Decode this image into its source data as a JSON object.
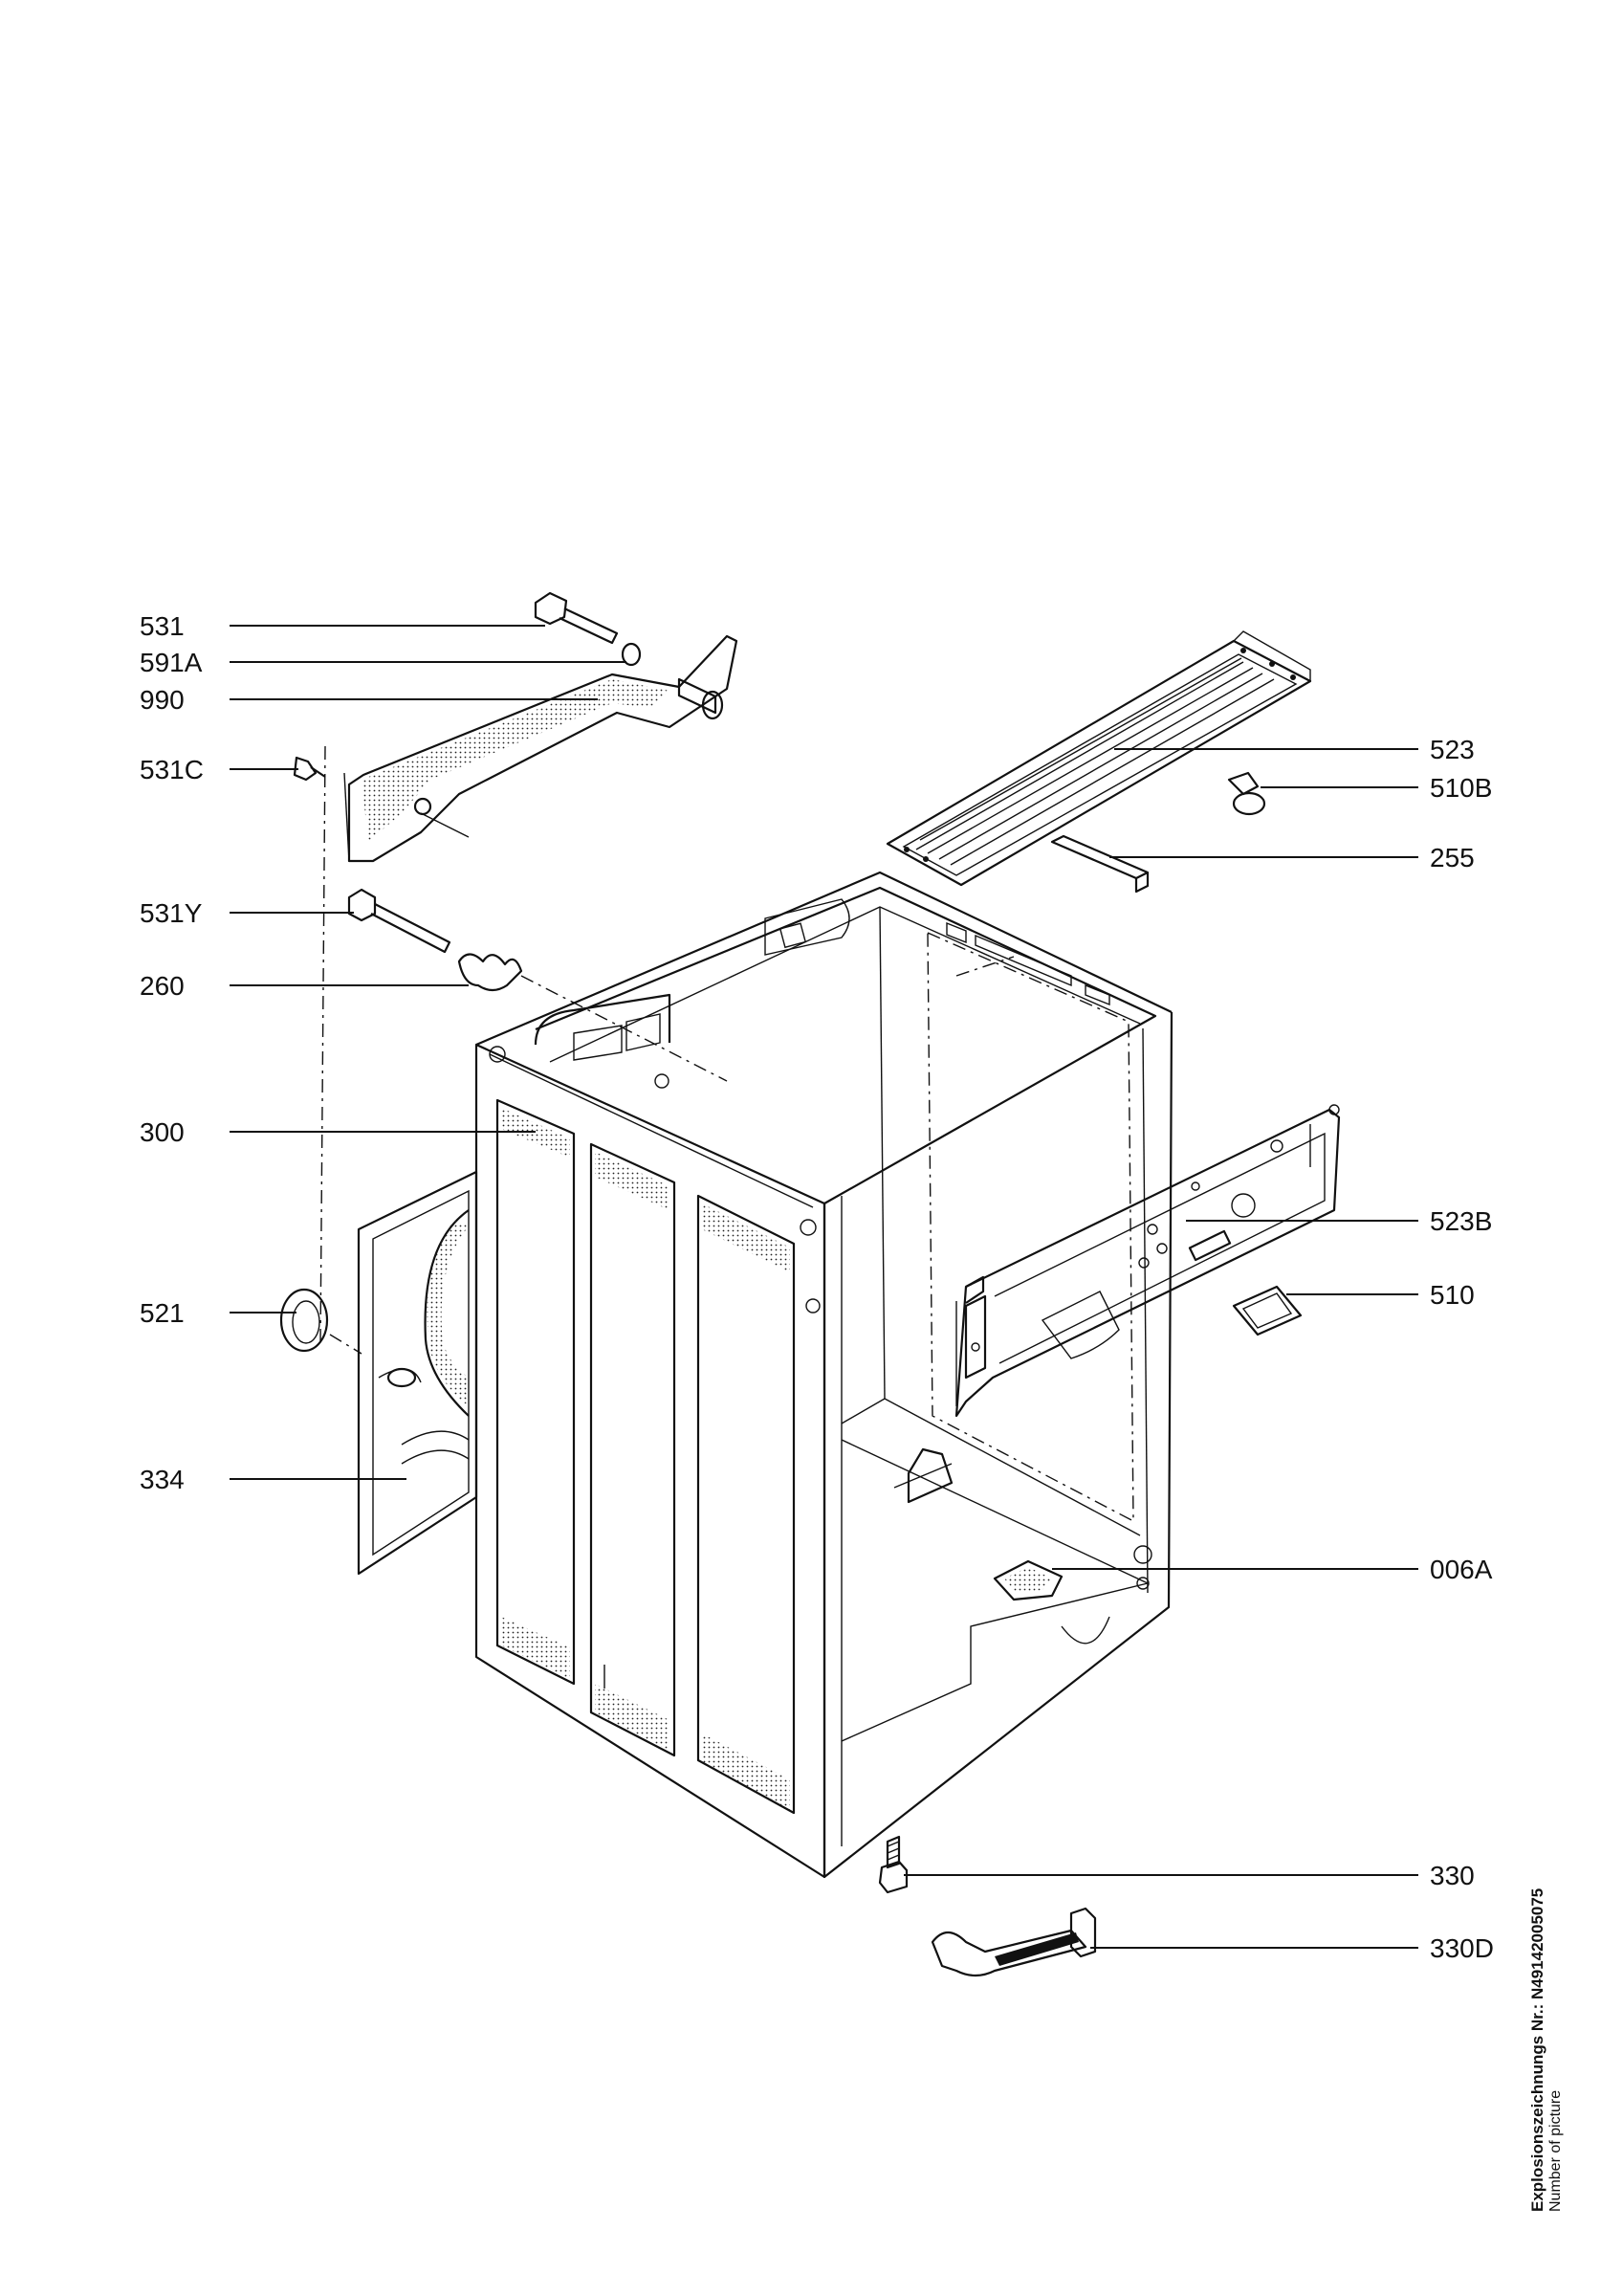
{
  "parts_left": [
    {
      "label": "531"
    },
    {
      "label": "591A"
    },
    {
      "label": "990"
    },
    {
      "label": "531C"
    },
    {
      "label": "531Y"
    },
    {
      "label": "260"
    },
    {
      "label": "300"
    },
    {
      "label": "521"
    },
    {
      "label": "334"
    }
  ],
  "parts_right": [
    {
      "label": "523"
    },
    {
      "label": "510B"
    },
    {
      "label": "255"
    },
    {
      "label": "523B"
    },
    {
      "label": "510"
    },
    {
      "label": "006A"
    },
    {
      "label": "330"
    },
    {
      "label": "330D"
    }
  ],
  "footer": {
    "label": "Explosionszeichnungs Nr.: N49142005075",
    "sub": "Number of picture"
  }
}
